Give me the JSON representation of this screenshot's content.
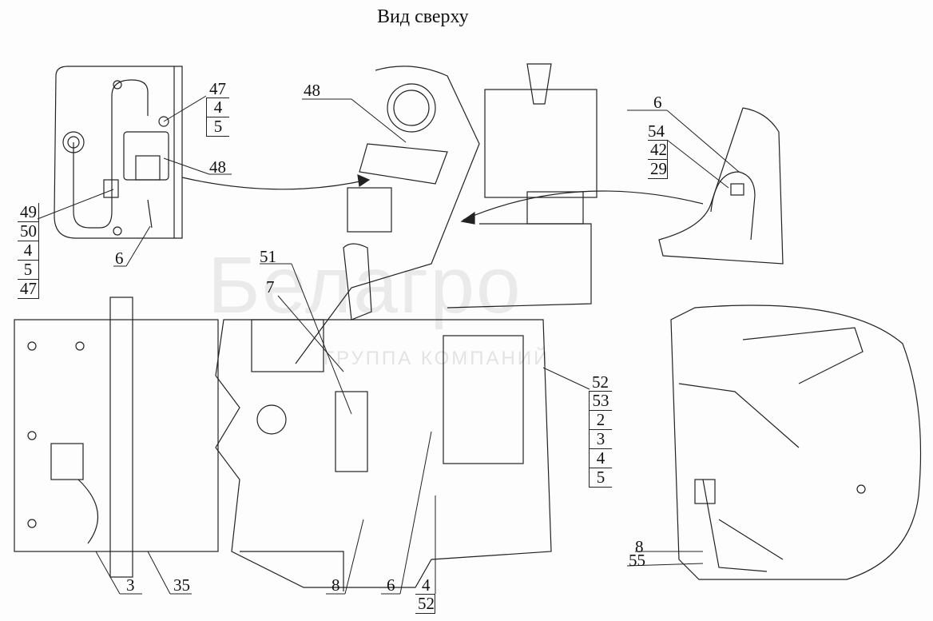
{
  "title": "Вид сверху",
  "watermark": {
    "main": "Белагро",
    "sub": "ГРУППА КОМПАНИЙ"
  },
  "callouts": {
    "inset_top_left": {
      "c47_4_5": [
        "47",
        "4",
        "5"
      ],
      "c48": "48",
      "c49_stack": [
        "49",
        "50",
        "4",
        "5",
        "47"
      ],
      "c6": "6"
    },
    "center_top": {
      "c48": "48"
    },
    "inset_top_right": {
      "c6": "6",
      "c54_stack": [
        "54",
        "42",
        "29"
      ]
    },
    "engine": {
      "c51": "51",
      "c7": "7",
      "c52_stack": [
        "52",
        "53",
        "2",
        "3",
        "4",
        "5"
      ]
    },
    "bottom": {
      "c3": "3",
      "c35": "35",
      "c8": "8",
      "c6": "6",
      "c4_52": [
        "4",
        "52"
      ]
    },
    "inset_bottom_right": {
      "c8": "8",
      "c55": "55"
    }
  }
}
